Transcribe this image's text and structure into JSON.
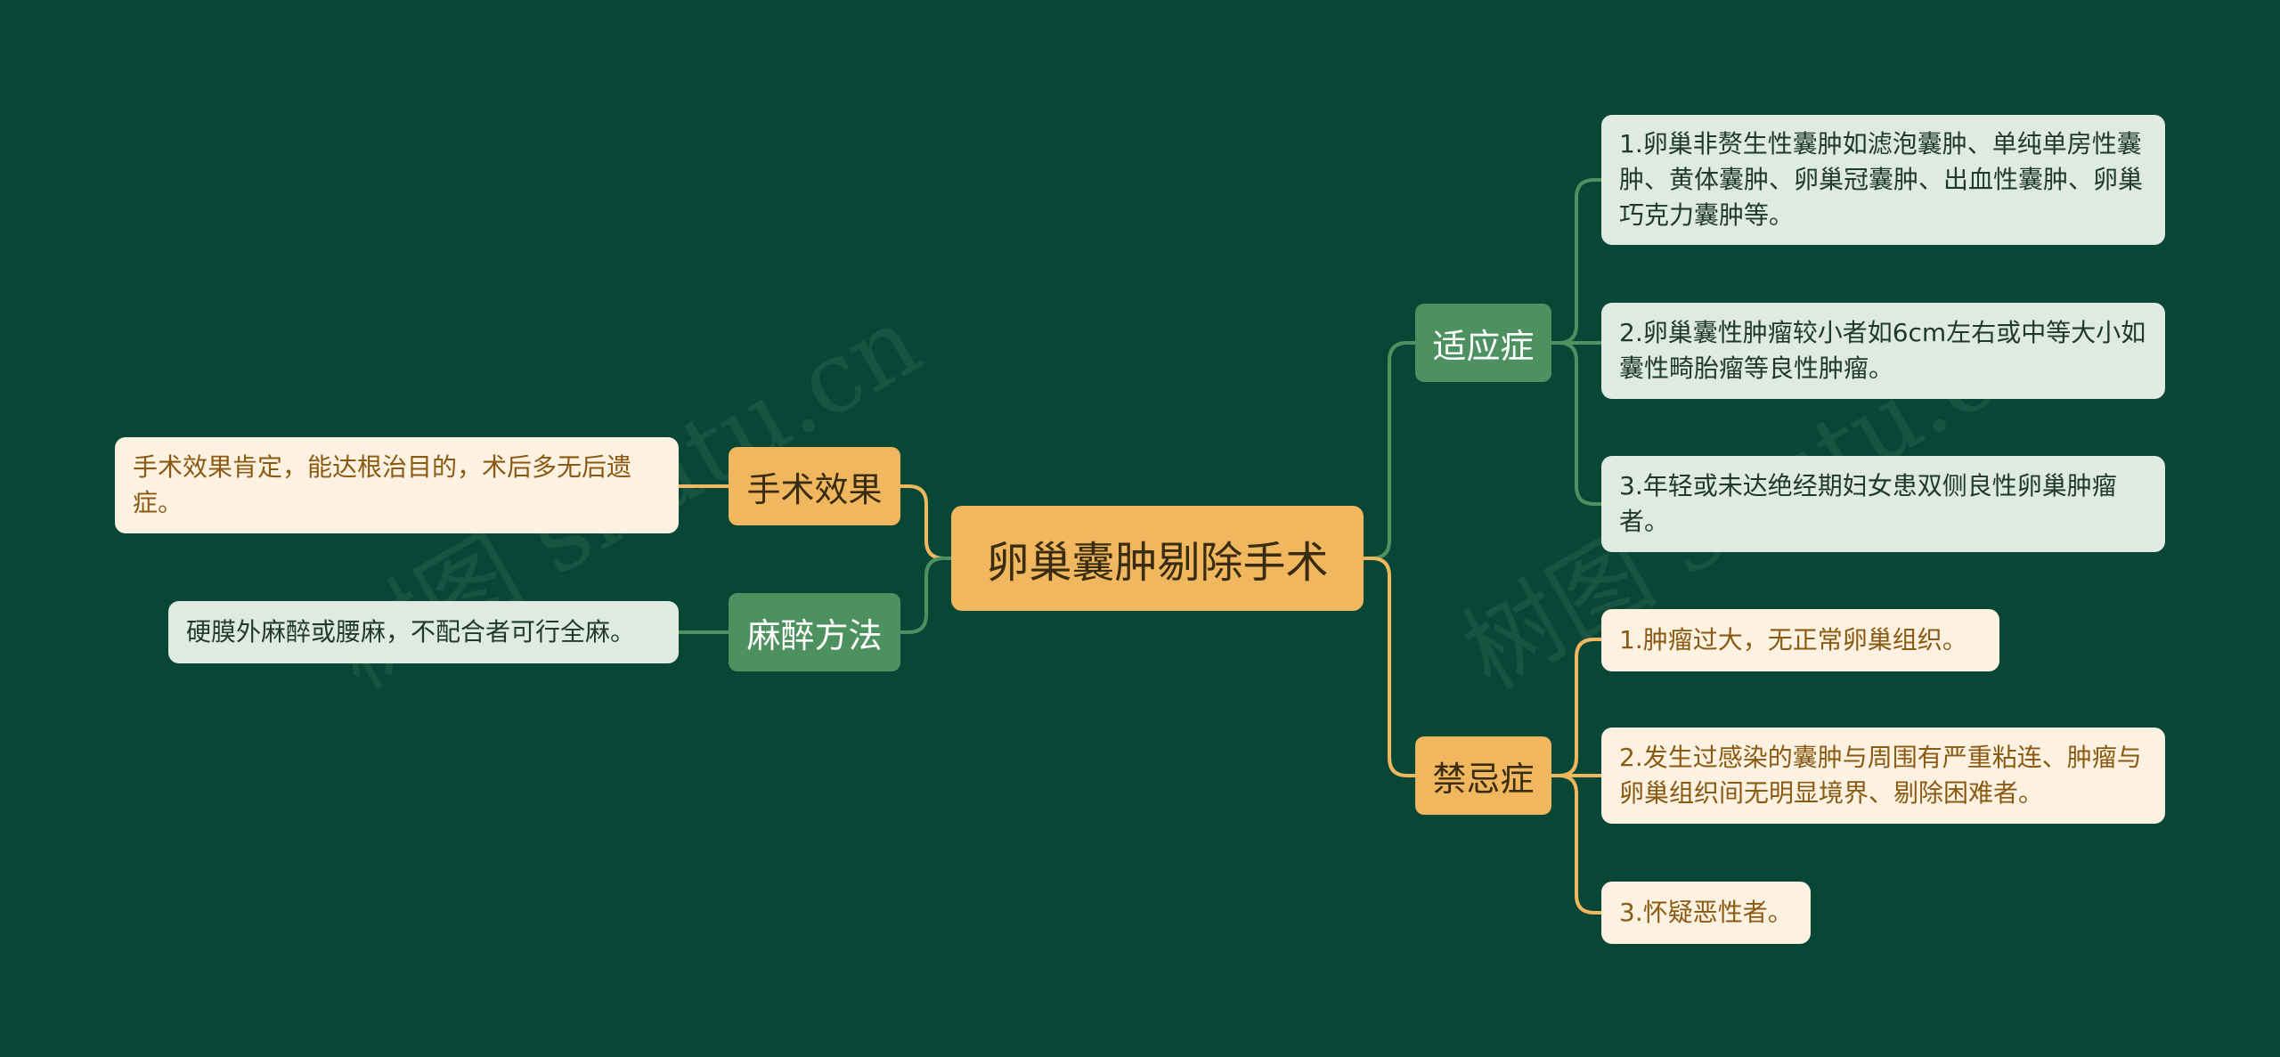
{
  "central": {
    "label": "卵巢囊肿剔除手术"
  },
  "left_branches": [
    {
      "label": "手术效果",
      "leaf": "手术效果肯定，能达根治目的，术后多无后遗症。"
    },
    {
      "label": "麻醉方法",
      "leaf": "硬膜外麻醉或腰麻，不配合者可行全麻。"
    }
  ],
  "right_branches": [
    {
      "label": "适应症",
      "leaves": [
        "1.卵巢非赘生性囊肿如滤泡囊肿、单纯单房性囊肿、黄体囊肿、卵巢冠囊肿、出血性囊肿、卵巢巧克力囊肿等。",
        "2.卵巢囊性肿瘤较小者如6cm左右或中等大小如囊性畸胎瘤等良性肿瘤。",
        "3.年轻或未达绝经期妇女患双侧良性卵巢肿瘤者。"
      ]
    },
    {
      "label": "禁忌症",
      "leaves": [
        "1.肿瘤过大，无正常卵巢组织。",
        "2.发生过感染的囊肿与周围有严重粘连、肿瘤与卵巢组织间无明显境界、剔除困难者。",
        "3.怀疑恶性者。"
      ]
    }
  ],
  "watermarks": [
    "树图 shutu.cn",
    "树图 shutu.cn"
  ],
  "colors": {
    "background": "#084735",
    "green_branch": "#4e9160",
    "orange_branch": "#f0b75e",
    "green_line": "#4e9160",
    "orange_line": "#f0b75e"
  }
}
